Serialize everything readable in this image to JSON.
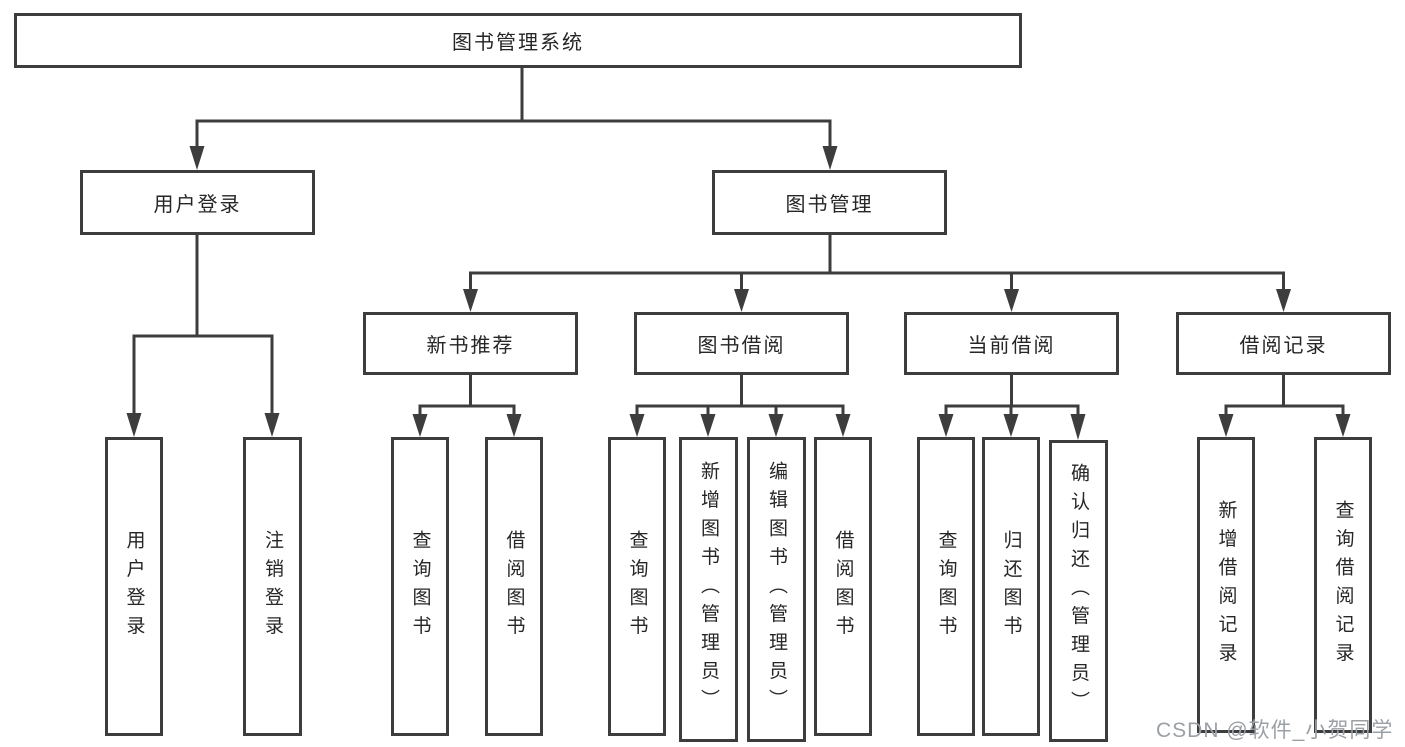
{
  "nodes": {
    "root": "图书管理系统",
    "user_login": "用户登录",
    "book_mgmt": "图书管理",
    "new_books": "新书推荐",
    "book_borrow": "图书借阅",
    "current_borrow": "当前借阅",
    "borrow_records": "借阅记录"
  },
  "leaves": {
    "user_login": [
      "用户登录",
      "注销登录"
    ],
    "new_books": [
      "查询图书",
      "借阅图书"
    ],
    "book_borrow": [
      "查询图书",
      "新增图书（管理员）",
      "编辑图书（管理员）",
      "借阅图书"
    ],
    "current_borrow": [
      "查询图书",
      "归还图书",
      "确认归还（管理员）"
    ],
    "borrow_records": [
      "新增借阅记录",
      "查询借阅记录"
    ]
  },
  "watermark": "CSDN @软件_小贺同学",
  "colors": {
    "line": "#3d3d3d",
    "text": "#262626",
    "watermark": "#9ba0a6",
    "background": "#ffffff"
  }
}
